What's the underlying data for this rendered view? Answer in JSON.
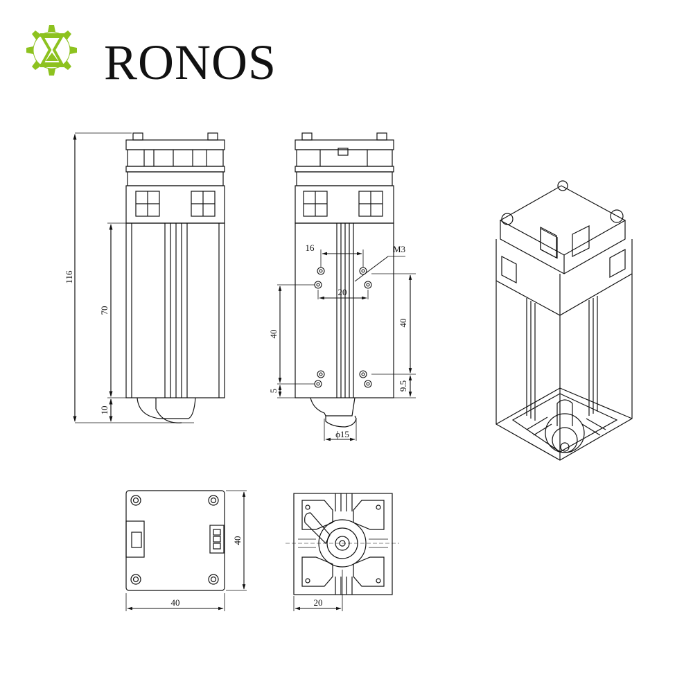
{
  "brand": {
    "name": "RONOS",
    "accent_color": "#8dc21f"
  },
  "dimensions": {
    "total_height": "116",
    "body_height": "70",
    "lens_height": "10",
    "hole_spacing_a": "16",
    "thread": "M3",
    "hole_spacing_b": "20",
    "mount_left": "40",
    "mount_right": "40",
    "bottom_offset_left": "5",
    "bottom_offset_right": "9.5",
    "lens_diameter": "ϕ15",
    "top_width": "40",
    "top_height": "40",
    "bottom_half_width": "20"
  }
}
